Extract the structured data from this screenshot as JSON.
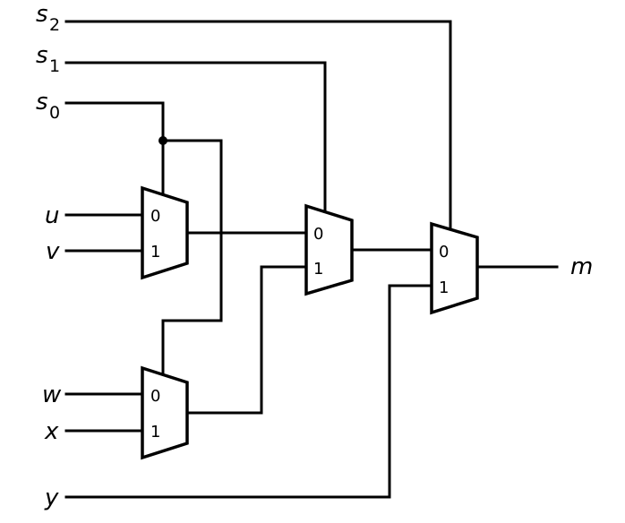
{
  "signals": {
    "s2": {
      "base": "s",
      "sub": "2"
    },
    "s1": {
      "base": "s",
      "sub": "1"
    },
    "s0": {
      "base": "s",
      "sub": "0"
    },
    "u": "u",
    "v": "v",
    "w": "w",
    "x": "x",
    "y": "y",
    "m": "m"
  },
  "muxes": {
    "mux_uv": {
      "in0": "0",
      "in1": "1"
    },
    "mux_wx": {
      "in0": "0",
      "in1": "1"
    },
    "mux_mid": {
      "in0": "0",
      "in1": "1"
    },
    "mux_out": {
      "in0": "0",
      "in1": "1"
    }
  }
}
